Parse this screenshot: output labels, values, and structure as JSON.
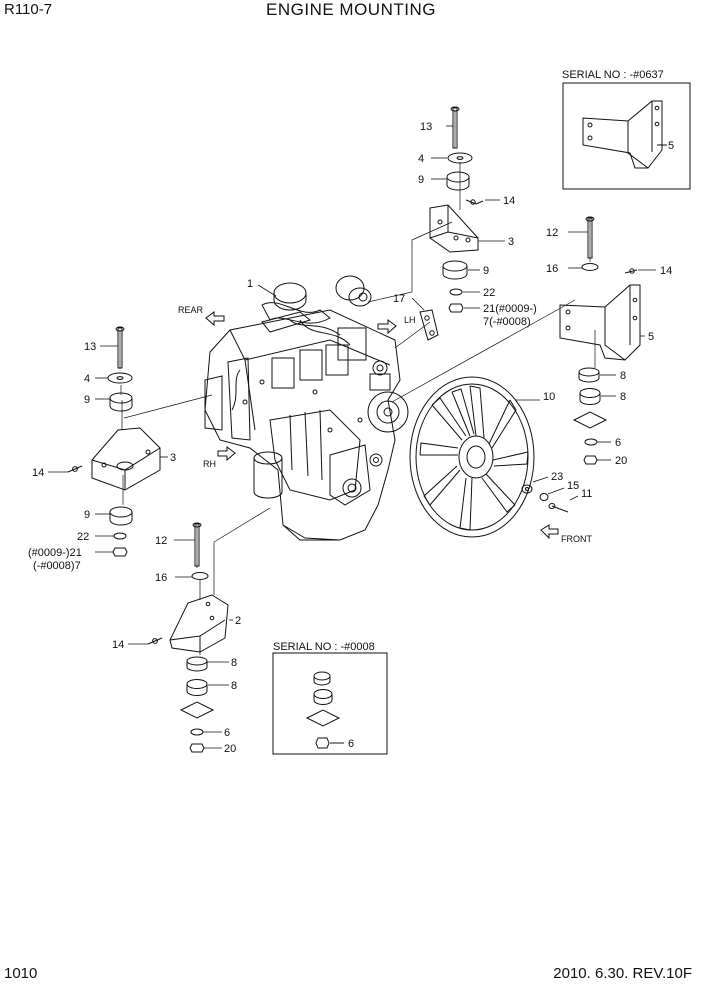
{
  "header": {
    "model": "R110-7",
    "title": "ENGINE MOUNTING"
  },
  "footer": {
    "page": "1010",
    "date": "2010. 6.30.  REV.10F"
  },
  "inset_top": {
    "title": "SERIAL NO : -#0637",
    "parts": [
      "5"
    ]
  },
  "inset_bottom": {
    "title": "SERIAL NO : -#0008",
    "parts": [
      "6"
    ]
  },
  "direction_labels": {
    "rear": "REAR",
    "lh": "LH",
    "rh": "RH",
    "front": "FRONT"
  },
  "callouts": {
    "c1": "1",
    "c2": "2",
    "c3a": "3",
    "c3b": "3",
    "c4a": "4",
    "c4b": "4",
    "c5": "5",
    "c6a": "6",
    "c6b": "6",
    "c7": "(-#0008)7",
    "c7b": "7(-#0008)",
    "c8a": "8",
    "c8b": "8",
    "c8c": "8",
    "c8d": "8",
    "c9a": "9",
    "c9b": "9",
    "c9c": "9",
    "c9d": "9",
    "c10": "10",
    "c11": "11",
    "c12a": "12",
    "c12b": "12",
    "c13a": "13",
    "c13b": "13",
    "c14a": "14",
    "c14b": "14",
    "c14c": "14",
    "c14d": "14",
    "c15": "15",
    "c16a": "16",
    "c16b": "16",
    "c17": "17",
    "c20a": "20",
    "c20b": "20",
    "c21a": "21(#0009-)",
    "c21b": "(#0009-)21",
    "c22a": "22",
    "c22b": "22",
    "c23": "23"
  },
  "colors": {
    "line": "#111111",
    "background": "#ffffff"
  }
}
